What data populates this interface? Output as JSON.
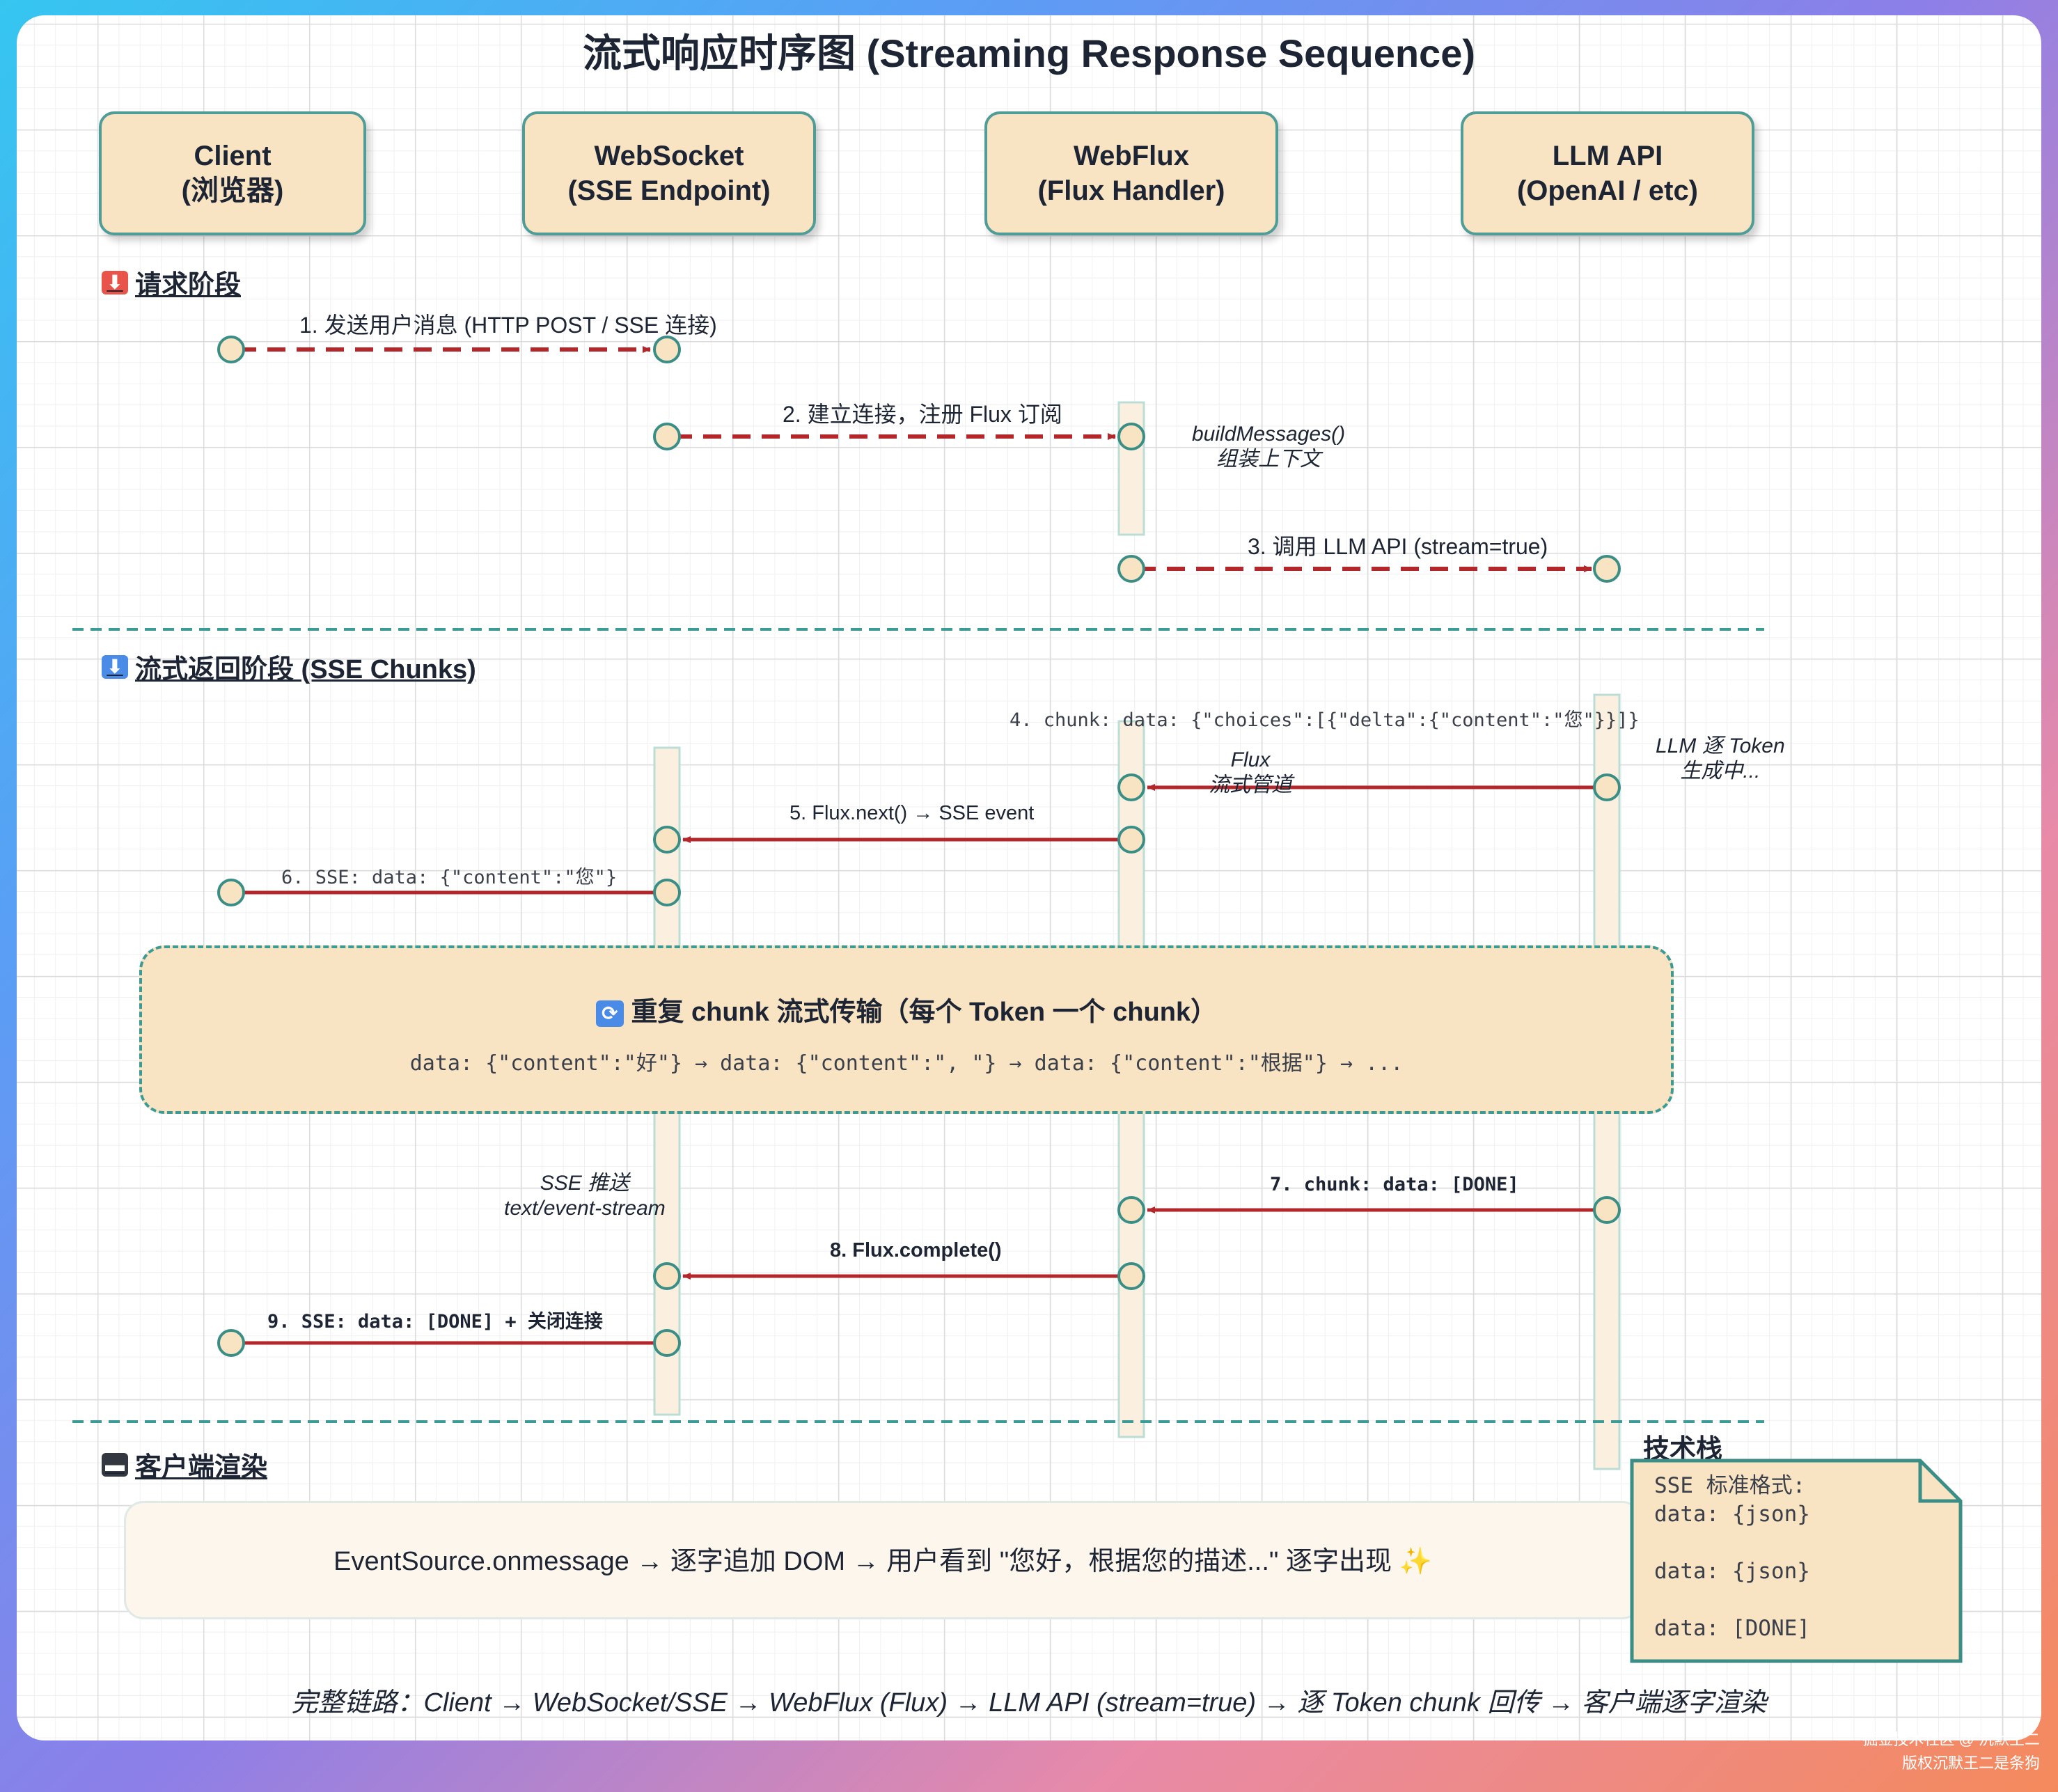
{
  "title": "流式响应时序图 (Streaming Response Sequence)",
  "actors": [
    {
      "line1": "Client",
      "line2": "(浏览器)"
    },
    {
      "line1": "WebSocket",
      "line2": "(SSE Endpoint)"
    },
    {
      "line1": "WebFlux",
      "line2": "(Flux Handler)"
    },
    {
      "line1": "LLM API",
      "line2": "(OpenAI / etc)"
    }
  ],
  "sections": {
    "request": "请求阶段",
    "stream": "流式返回阶段 (SSE Chunks)",
    "render": "客户端渲染"
  },
  "messages": {
    "m1": "1. 发送用户消息 (HTTP POST / SSE 连接)",
    "m2": "2. 建立连接，注册 Flux 订阅",
    "m3": "3. 调用 LLM API (stream=true)",
    "m4": "4. chunk: data: {\"choices\":[{\"delta\":{\"content\":\"您\"}}]}",
    "m5": "5. Flux.next() → SSE event",
    "m6": "6. SSE: data: {\"content\":\"您\"}",
    "m7": "7. chunk: data: [DONE]",
    "m8": "8. Flux.complete()",
    "m9": "9. SSE: data: [DONE] + 关闭连接"
  },
  "notes": {
    "build_line1": "buildMessages()",
    "build_line2": "组装上下文",
    "flux_line1": "Flux",
    "flux_line2": "流式管道",
    "llm_line1": "LLM 逐 Token",
    "llm_line2": "生成中...",
    "sse_line1": "SSE 推送",
    "sse_line2": "text/event-stream"
  },
  "loop": {
    "icon": "refresh-icon",
    "title": "重复 chunk 流式传输（每个 Token 一个 chunk）",
    "sequence": "data: {\"content\":\"好\"} → data: {\"content\":\", \"} → data: {\"content\":\"根据\"} → ..."
  },
  "render_text": "EventSource.onmessage → 逐字追加 DOM → 用户看到 \"您好，根据您的描述...\" 逐字出现 ✨",
  "tech": {
    "title": "技术栈",
    "lines": [
      "SSE 标准格式:",
      "data: {json}",
      "",
      "data: {json}",
      "",
      "data: [DONE]"
    ]
  },
  "footer": "完整链路：Client → WebSocket/SSE → WebFlux (Flux) → LLM API (stream=true) → 逐 Token chunk 回传 → 客户端逐字渲染",
  "watermark": {
    "line1": "掘金技术社区 @ 沉默王二",
    "line2": "版权沉默王二是条狗"
  },
  "colors": {
    "arrow": "#b3262a",
    "node_stroke": "#3a8e86",
    "node_fill": "#f8e3c2",
    "actor_fill": "#f8e3c2",
    "divider": "#3c9c95"
  }
}
